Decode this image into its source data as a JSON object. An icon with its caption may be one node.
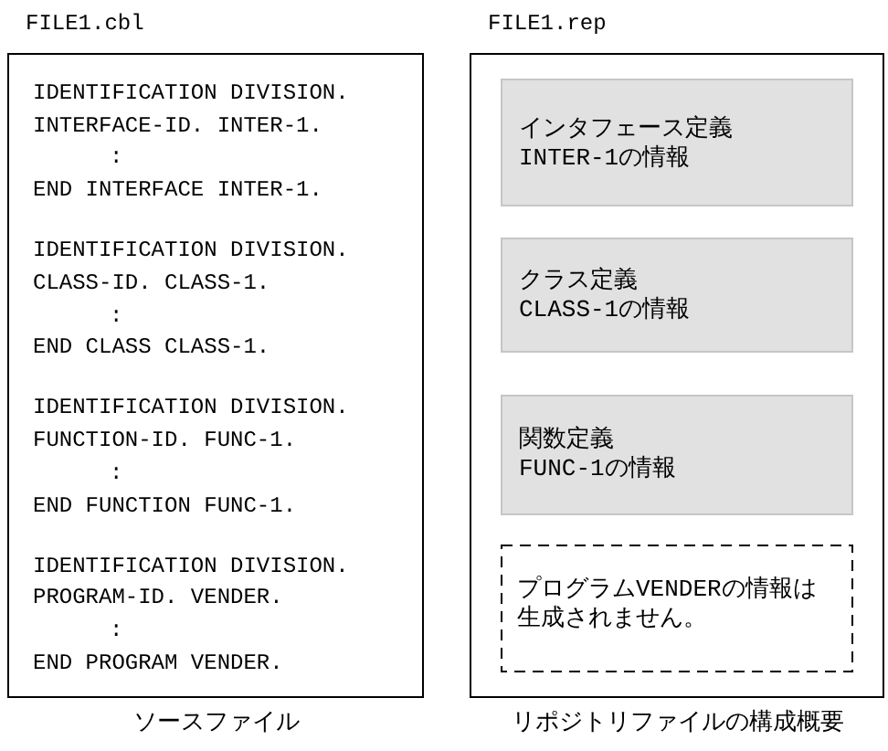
{
  "diagram": {
    "nodes": [
      {
        "text": [
          "FILE1.cbl",
          "IDENTIFICATION DIVISION.",
          "INTERFACE-ID. INTER-1.",
          ":",
          "END INTERFACE INTER-1.",
          "IDENTIFICATION DIVISION.",
          "CLASS-ID. CLASS-1.",
          ":",
          "END CLASS CLASS-1.",
          "IDENTIFICATION DIVISION.",
          "FUNCTION-ID. FUNC-1.",
          ":",
          "END FUNCTION FUNC-1.",
          "IDENTIFICATION DIVISION.",
          "PROGRAM-ID. VENDER.",
          ":",
          "END PROGRAM VENDER."
        ],
        "beside": [
          "ソースファイル"
        ]
      },
      {
        "text": [
          "FILE1.rep"
        ],
        "beside": [
          "リポジトリファイルの構成概要"
        ]
      },
      {
        "text": [
          "インタフェース定義",
          "INTER-1の情報"
        ],
        "in": 1
      },
      {
        "text": [
          "クラス定義",
          "CLASS-1の情報"
        ],
        "in": 1
      },
      {
        "text": [
          "関数定義",
          "FUNC-1の情報"
        ],
        "in": 1
      },
      {
        "text": [
          "プログラムVENDERの情報は生成されません。"
        ],
        "in": 1
      }
    ]
  }
}
